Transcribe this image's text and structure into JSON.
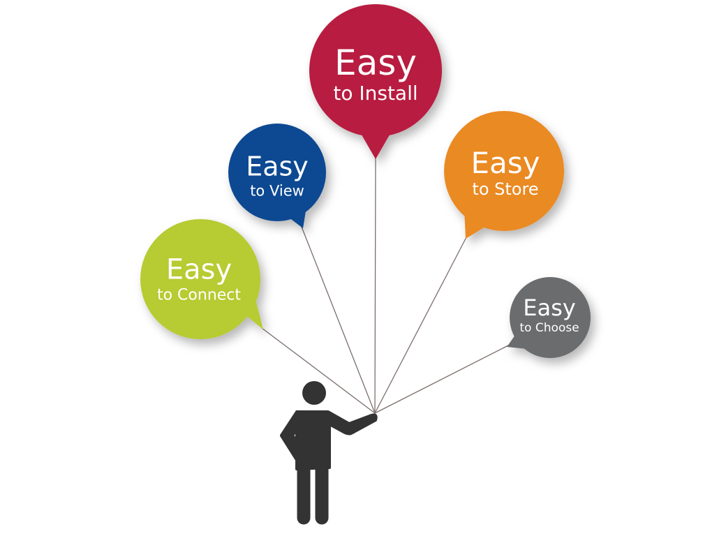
{
  "balloons": [
    {
      "id": "install",
      "title": "Easy",
      "subtitle": "to Install",
      "color": "#b81b40"
    },
    {
      "id": "view",
      "title": "Easy",
      "subtitle": "to View",
      "color": "#0c4a92"
    },
    {
      "id": "store",
      "title": "Easy",
      "subtitle": "to Store",
      "color": "#ea8a22"
    },
    {
      "id": "connect",
      "title": "Easy",
      "subtitle": "to Connect",
      "color": "#b7cb31"
    },
    {
      "id": "choose",
      "title": "Easy",
      "subtitle": "to Choose",
      "color": "#6b6c6e"
    }
  ],
  "person_color": "#333333",
  "string_color": "#7a6f6c"
}
